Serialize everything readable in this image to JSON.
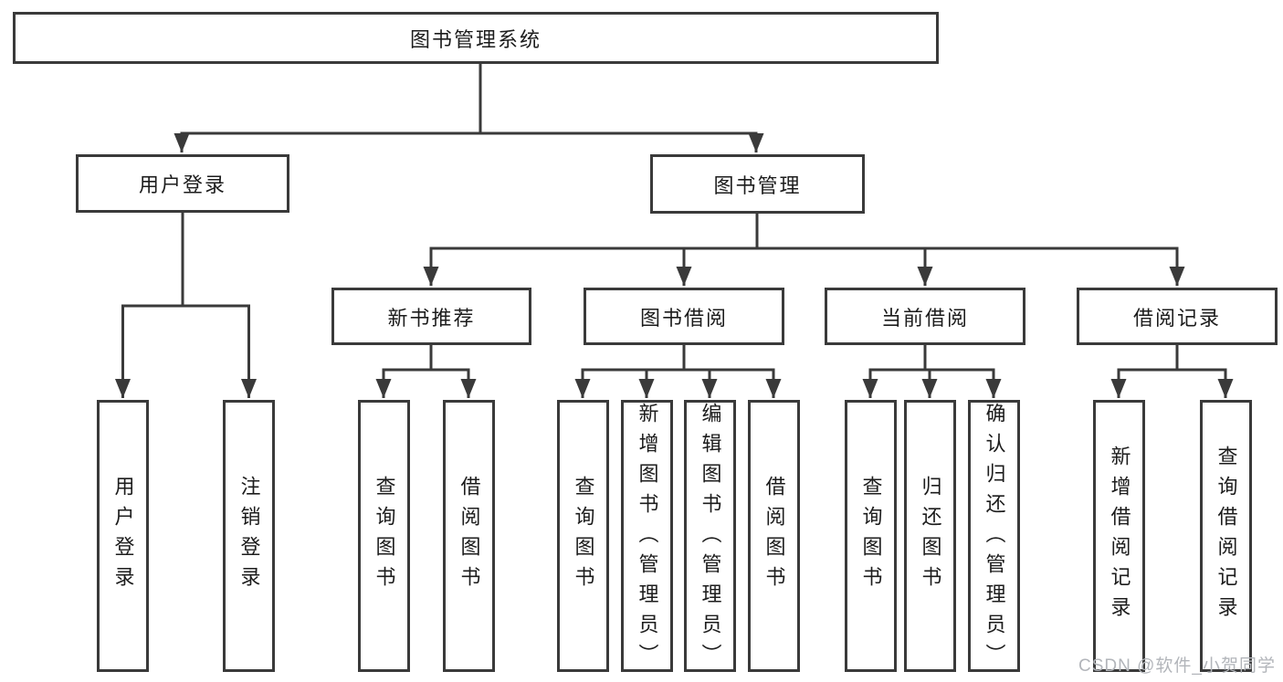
{
  "nodes": {
    "root": "图书管理系统",
    "user_login": "用户登录",
    "book_management": "图书管理",
    "new_book_recommend": "新书推荐",
    "book_borrow": "图书借阅",
    "current_borrow": "当前借阅",
    "borrow_records": "借阅记录"
  },
  "leaves": {
    "user_login": [
      "用户登录",
      "注销登录"
    ],
    "new_book_recommend": [
      "查询图书",
      "借阅图书"
    ],
    "book_borrow": [
      "查询图书",
      "新增图书（管理员）",
      "编辑图书（管理员）",
      "借阅图书"
    ],
    "current_borrow": [
      "查询图书",
      "归还图书",
      "确认归还（管理员）"
    ],
    "borrow_records": [
      "新增借阅记录",
      "查询借阅记录"
    ]
  },
  "watermark": "CSDN @软件_小贺同学",
  "colors": {
    "line": "#3a3a3a",
    "text": "#1c1c1c",
    "watermark": "#b2b5ba",
    "background": "#ffffff"
  }
}
